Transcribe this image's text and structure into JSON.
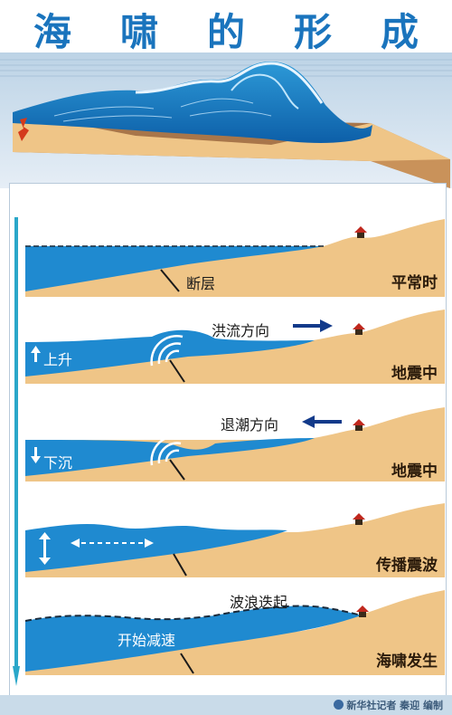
{
  "title": {
    "chars": [
      "海",
      "啸",
      "的",
      "形",
      "成"
    ]
  },
  "panels": [
    {
      "stage": "平常时",
      "notes": [
        "断层"
      ]
    },
    {
      "stage": "地震中",
      "notes": [
        "洪流方向"
      ],
      "water_notes": [
        "上升"
      ]
    },
    {
      "stage": "地震中",
      "notes": [
        "退潮方向"
      ],
      "water_notes": [
        "下沉"
      ]
    },
    {
      "stage": "传播震波",
      "notes": []
    },
    {
      "stage": "海啸发生",
      "notes": [
        "波浪迭起"
      ],
      "water_notes": [
        "开始减速"
      ]
    }
  ],
  "credit": "新华社记者 秦迎 编制",
  "colors": {
    "title": "#1a74bd",
    "water": "#1f8ad0",
    "land": "#efc587",
    "land_dark": "#c9925a",
    "house": "#c0281e",
    "timeline": "#2aa7c9"
  },
  "icons": [
    "up-arrow-icon",
    "down-arrow-icon",
    "right-arrow-icon",
    "left-arrow-icon",
    "house-icon",
    "ripple-icon",
    "double-arrow-icon",
    "xinhua-logo-icon"
  ]
}
